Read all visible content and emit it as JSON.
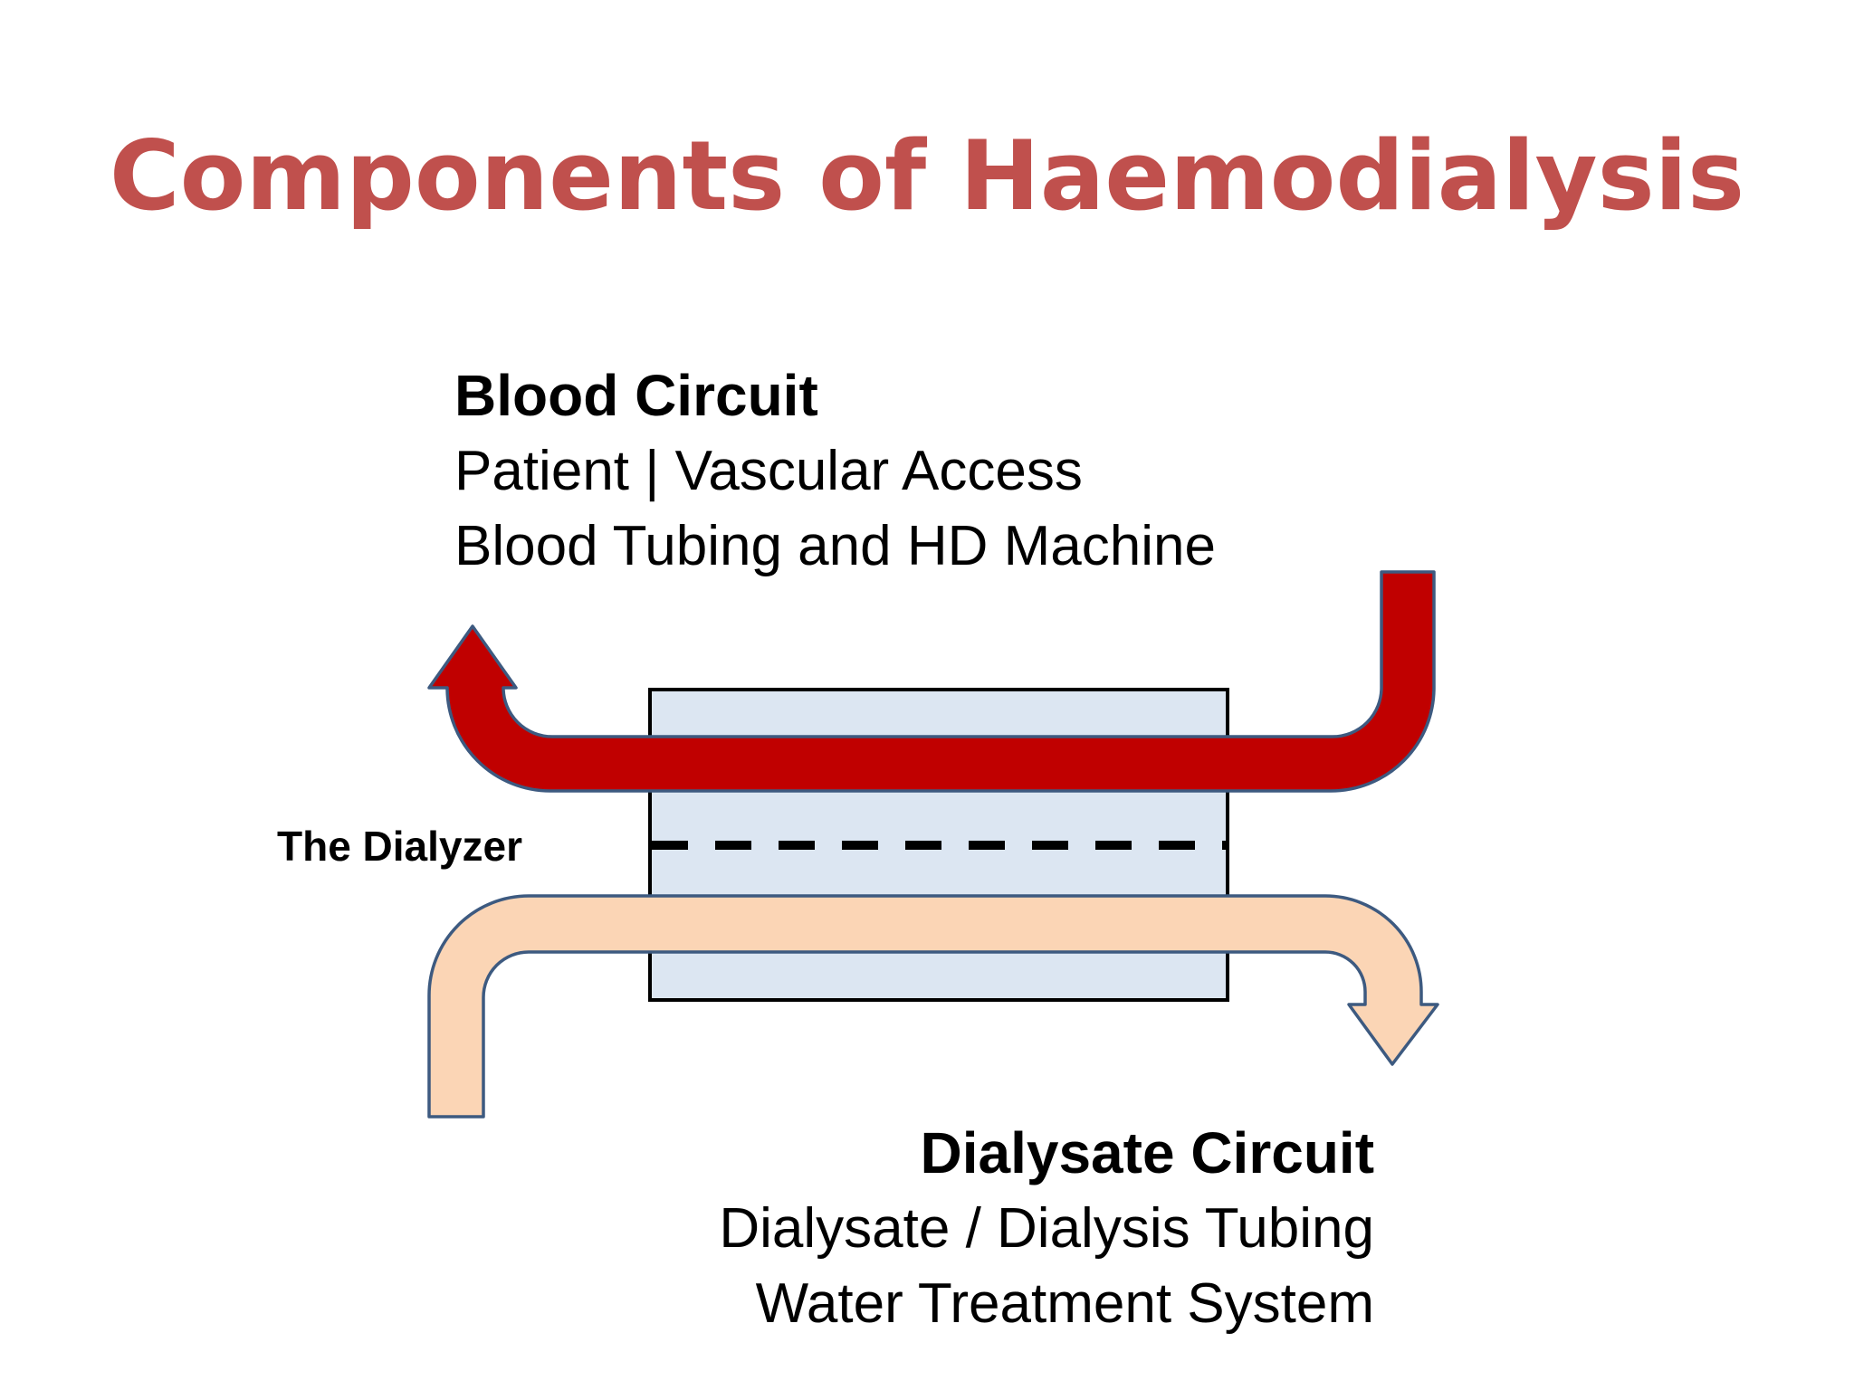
{
  "title": "Components of Haemodialysis",
  "blood_circuit": {
    "heading": "Blood Circuit",
    "line1": "Patient | Vascular Access",
    "line2": "Blood Tubing and HD Machine",
    "color": "#c00000"
  },
  "dialyzer": {
    "label": "The Dialyzer",
    "fill": "#dce6f2"
  },
  "dialysate_circuit": {
    "heading": "Dialysate Circuit",
    "line1": "Dialysate / Dialysis Tubing",
    "line2": "Water Treatment System",
    "color": "#fbd5b5"
  },
  "colors": {
    "title": "#c0504d",
    "outline": "#3d5a80"
  }
}
